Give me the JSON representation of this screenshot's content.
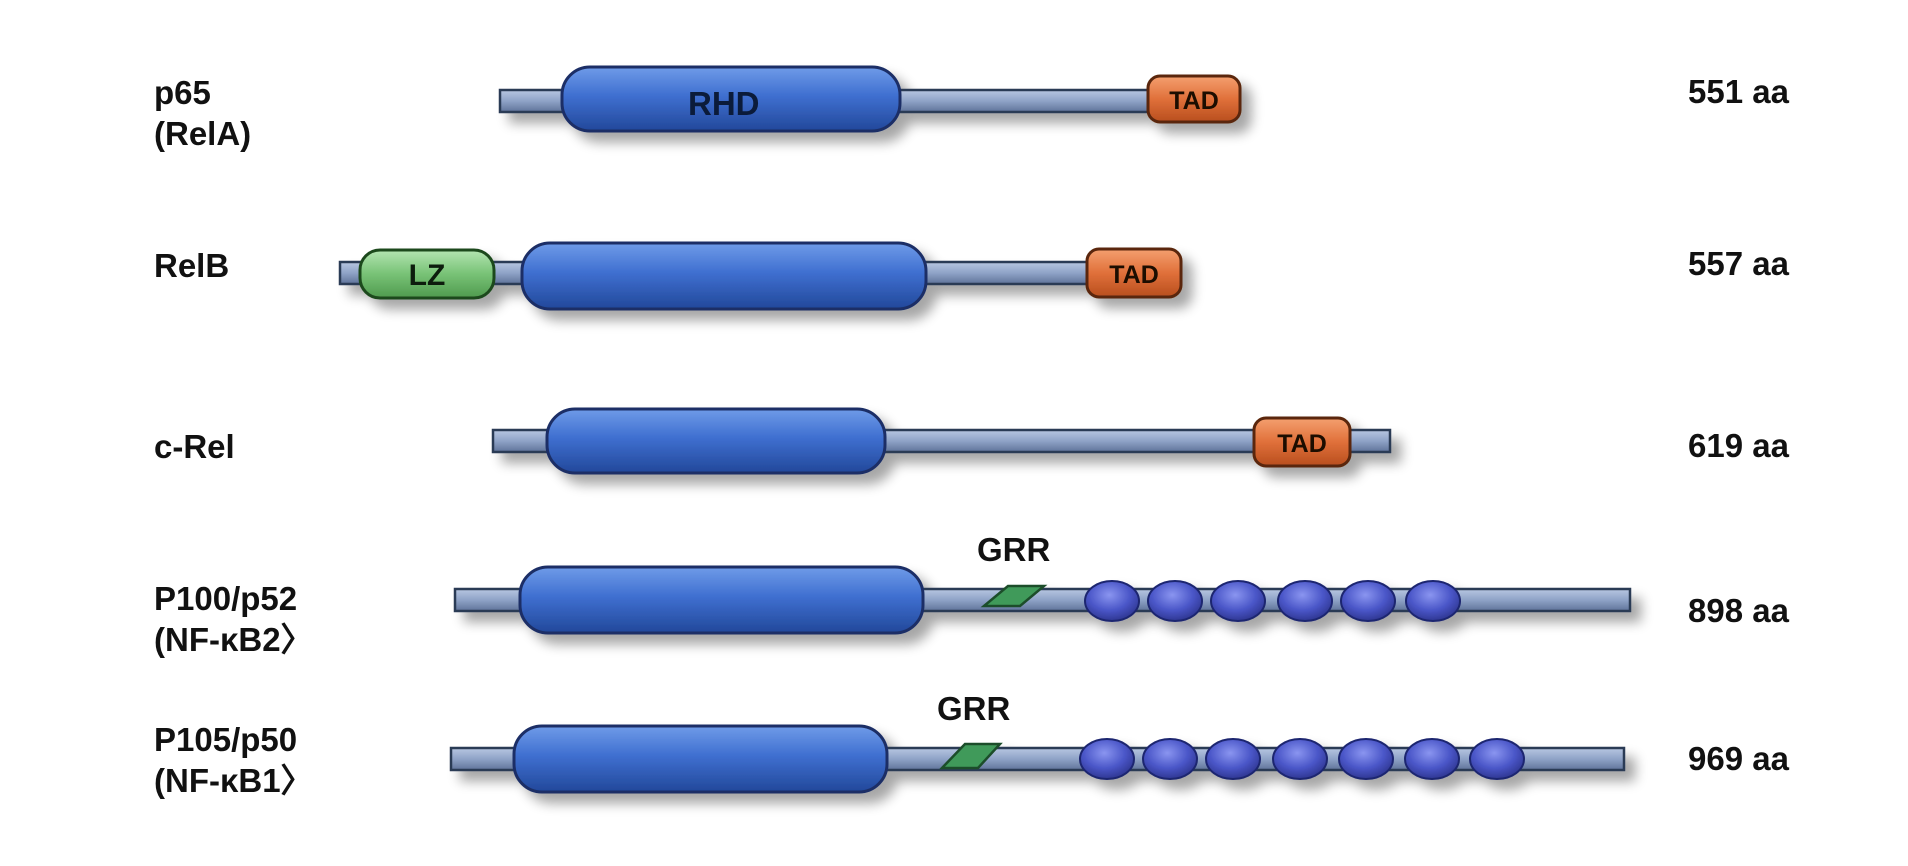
{
  "proteins": [
    {
      "name": "p65",
      "alias": "(RelA)",
      "length": "551 aa"
    },
    {
      "name": "RelB",
      "alias": "",
      "length": "557 aa"
    },
    {
      "name": "c-Rel",
      "alias": "",
      "length": "619 aa"
    },
    {
      "name": "P100/p52",
      "alias": "(NF-κB2〉",
      "length": "898 aa"
    },
    {
      "name": "P105/p50",
      "alias": "(NF-κB1〉",
      "length": "969 aa"
    }
  ],
  "domain_labels": {
    "rhd": "RHD",
    "tad": "TAD",
    "lz": "LZ",
    "grr": "GRR"
  },
  "colors": {
    "rhd": "#3f6fd0",
    "tad": "#e0703a",
    "lz": "#6fbf6f",
    "grr": "#3f9a5a",
    "ankyrin": "#4a56c8",
    "backbone": "#8fa3c7"
  }
}
